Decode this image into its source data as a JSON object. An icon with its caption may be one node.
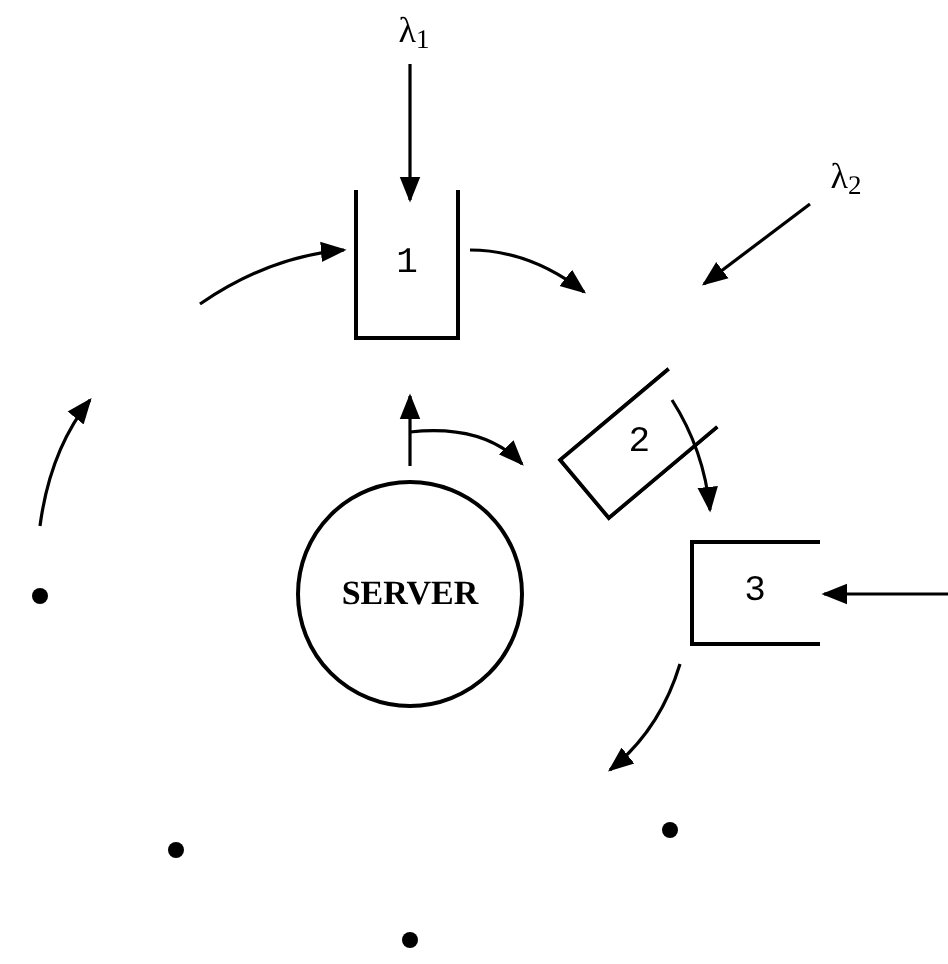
{
  "diagram": {
    "nodes": [
      {
        "text": [
          "1"
        ]
      },
      {
        "text": [
          "2"
        ]
      },
      {
        "text": [
          "3"
        ]
      },
      {
        "text": [
          "SERVER"
        ]
      },
      {
        "text": [
          "λ$_{1}$"
        ]
      },
      {
        "text": [
          "λ$_{2}$"
        ]
      },
      {
        "text": [],
        "shape": "circle"
      },
      {
        "text": [],
        "shape": "circle"
      },
      {
        "text": [],
        "shape": "circle"
      },
      {
        "text": [],
        "shape": "circle"
      }
    ],
    "edges": [
      {
        "from": 4,
        "to": 0,
        "arrow": "to"
      },
      {
        "from": 5,
        "to": 1,
        "arrow": "to"
      },
      {
        "from": null,
        "to": 2,
        "arrow": "to"
      },
      {
        "from": null,
        "to": 0,
        "arrow": "to"
      },
      {
        "from": 0,
        "to": 1,
        "arrow": "to"
      },
      {
        "from": 1,
        "to": 2,
        "arrow": "to"
      },
      {
        "from": 2,
        "to": null,
        "arrow": "to"
      }
    ]
  }
}
